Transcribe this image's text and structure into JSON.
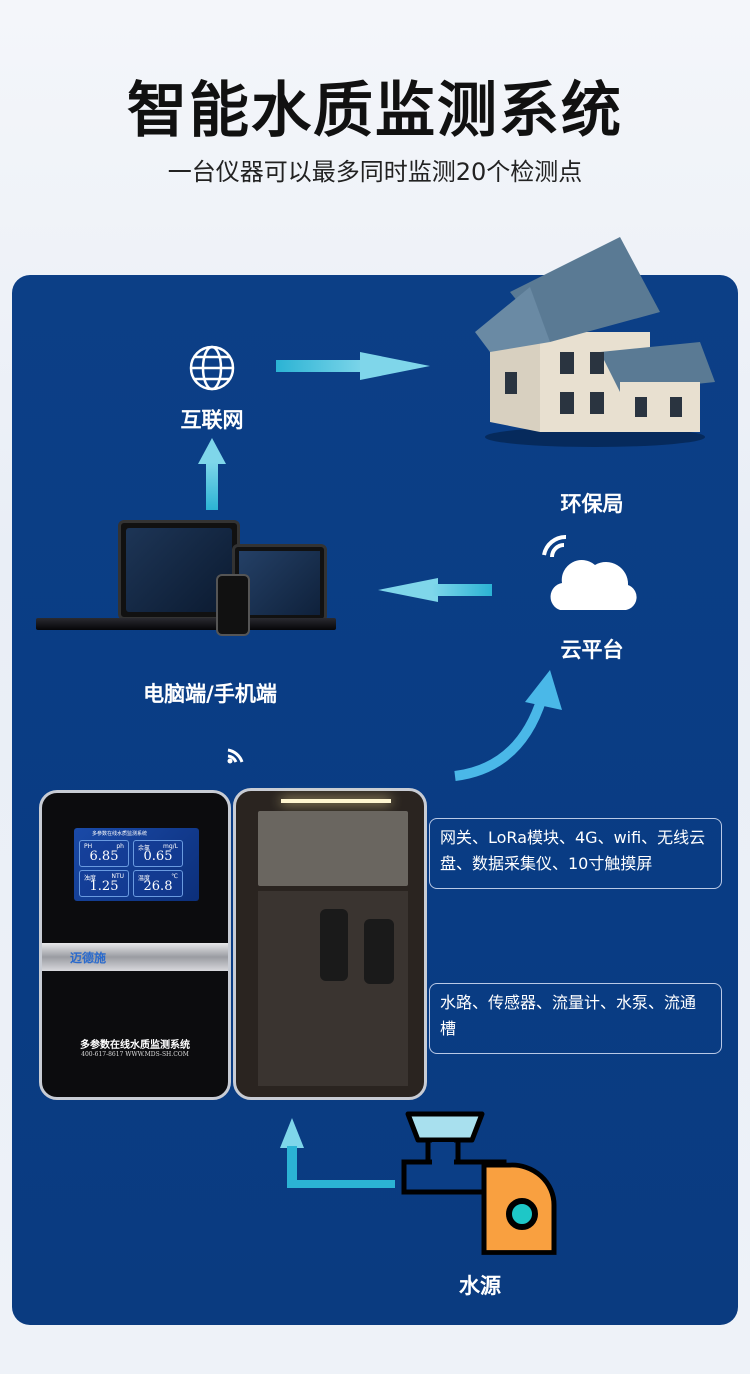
{
  "header": {
    "title": "智能水质监测系统",
    "subtitle": "一台仪器可以最多同时监测20个检测点"
  },
  "nodes": {
    "internet": "互联网",
    "epb": "环保局",
    "cloud": "云平台",
    "terminals": "电脑端/手机端",
    "water": "水源"
  },
  "info_boxes": [
    "网关、LoRa模块、4G、wifi、无线云盘、数据采集仪、10寸触摸屏",
    "水路、传感器、流量计、水泵、流通槽"
  ],
  "device": {
    "screen_title": "多参数在线水质监测系统",
    "readings": [
      {
        "name": "PH",
        "unit": "ph",
        "value": "6.85"
      },
      {
        "name": "余氯",
        "unit": "mg/L",
        "value": "0.65"
      },
      {
        "name": "浊度",
        "unit": "NTU",
        "value": "1.25"
      },
      {
        "name": "温度",
        "unit": "℃",
        "value": "26.8"
      }
    ],
    "brand": "迈德施",
    "product_name": "多参数在线水质监测系统",
    "contact": "400-617-8617  WWW.MDS-SH.COM"
  },
  "colors": {
    "panel": "#0b3e86",
    "arrow": "#2bb3d4",
    "pump": "#f9a040",
    "water": "#a8e0ee"
  }
}
